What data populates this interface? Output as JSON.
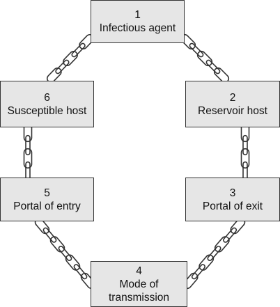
{
  "diagram": {
    "boxes": [
      {
        "number": "1",
        "label": "Infectious agent"
      },
      {
        "number": "2",
        "label": "Reservoir host"
      },
      {
        "number": "3",
        "label": "Portal of exit"
      },
      {
        "number": "4",
        "label": "Mode of transmission"
      },
      {
        "number": "5",
        "label": "Portal of entry"
      },
      {
        "number": "6",
        "label": "Susceptible host"
      }
    ],
    "colors": {
      "box_fill": "#e6e6e6",
      "box_border": "#333333",
      "chain": "#333333"
    }
  }
}
